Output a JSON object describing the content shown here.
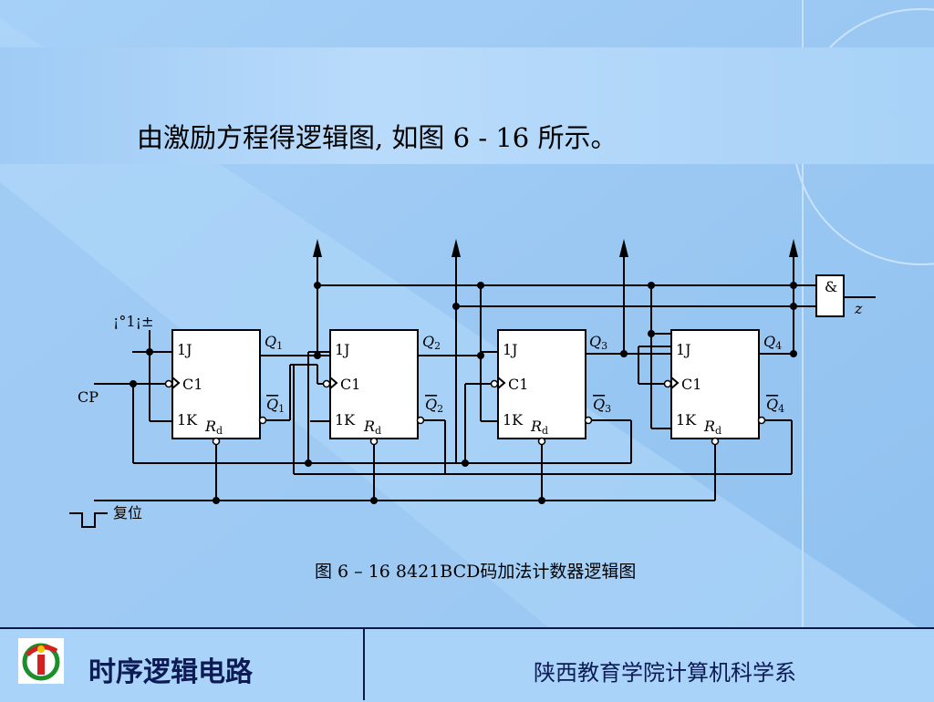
{
  "slide": {
    "title": "由激励方程得逻辑图, 如图 6 - 16 所示。",
    "caption": "图 6 – 16  8421BCD码加法计数器逻辑图"
  },
  "diagram": {
    "glitch_label": "¡°1¡±",
    "cp_label": "CP",
    "reset_label": "复位",
    "and_gate_label": "&",
    "output_label": "z",
    "flipflops": [
      {
        "j": "1J",
        "c": "C1",
        "k": "1K",
        "rd": "R",
        "rd_sub": "d",
        "q": "Q",
        "q_sub": "1",
        "qbar": "Q",
        "qbar_sub": "1"
      },
      {
        "j": "1J",
        "c": "C1",
        "k": "1K",
        "rd": "R",
        "rd_sub": "d",
        "q": "Q",
        "q_sub": "2",
        "qbar": "Q",
        "qbar_sub": "2"
      },
      {
        "j": "1J",
        "c": "C1",
        "k": "1K",
        "rd": "R",
        "rd_sub": "d",
        "q": "Q",
        "q_sub": "3",
        "qbar": "Q",
        "qbar_sub": "3"
      },
      {
        "j": "1J",
        "c": "C1",
        "k": "1K",
        "rd": "R",
        "rd_sub": "d",
        "q": "Q",
        "q_sub": "4",
        "qbar": "Q",
        "qbar_sub": "4"
      }
    ]
  },
  "footer": {
    "course": "时序逻辑电路",
    "department": "陕西教育学院计算机科学系"
  },
  "colors": {
    "background": "#9ec9f2",
    "footer_text": "#0c1b55",
    "border": "#0b1a4a"
  }
}
